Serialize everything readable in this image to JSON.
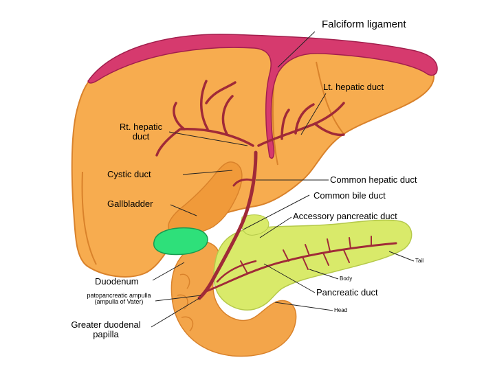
{
  "colors": {
    "liver": "#f7ac4f",
    "liver_dark": "#d9822b",
    "ligament": "#d63a6e",
    "ligament_dark": "#a21f4d",
    "duct": "#a02a38",
    "gallbladder": "#f09a3a",
    "cystic_green": "#2ee07a",
    "pancreas": "#d9ea6a",
    "pancreas_dark": "#b5c94a",
    "duodenum": "#f3a54a"
  },
  "labels": {
    "falciform": "Falciform ligament",
    "lt_hepatic": "Lt. hepatic duct",
    "rt_hepatic_1": "Rt. hepatic",
    "rt_hepatic_2": "duct",
    "cystic": "Cystic duct",
    "common_hepatic": "Common hepatic duct",
    "common_bile": "Common bile duct",
    "gallbladder": "Gallbladder",
    "accessory": "Accessory pancreatic duct",
    "tail": "Tail",
    "body": "Body",
    "duodenum": "Duodenum",
    "ampulla_1": "patopancreatic ampulla",
    "ampulla_2": "(ampulla of Vater)",
    "pancreatic_duct": "Pancreatic duct",
    "head": "Head",
    "greater_1": "Greater duodenal",
    "greater_2": "papilla"
  }
}
